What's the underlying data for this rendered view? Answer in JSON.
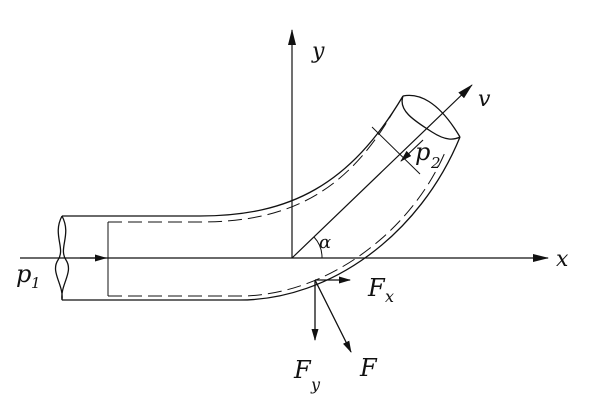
{
  "diagram": {
    "axes": {
      "x_label": "x",
      "y_label": "y",
      "v_label": "v"
    },
    "angle_label": "α",
    "pressures": {
      "inlet": {
        "symbol": "p",
        "subscript": "1"
      },
      "outlet": {
        "symbol": "p",
        "subscript": "2"
      }
    },
    "forces": {
      "fx": {
        "symbol": "F",
        "subscript": "x"
      },
      "fy": {
        "symbol": "F",
        "subscript": "y"
      },
      "f": {
        "symbol": "F"
      }
    },
    "colors": {
      "line": "#111111",
      "background": "#ffffff"
    }
  }
}
